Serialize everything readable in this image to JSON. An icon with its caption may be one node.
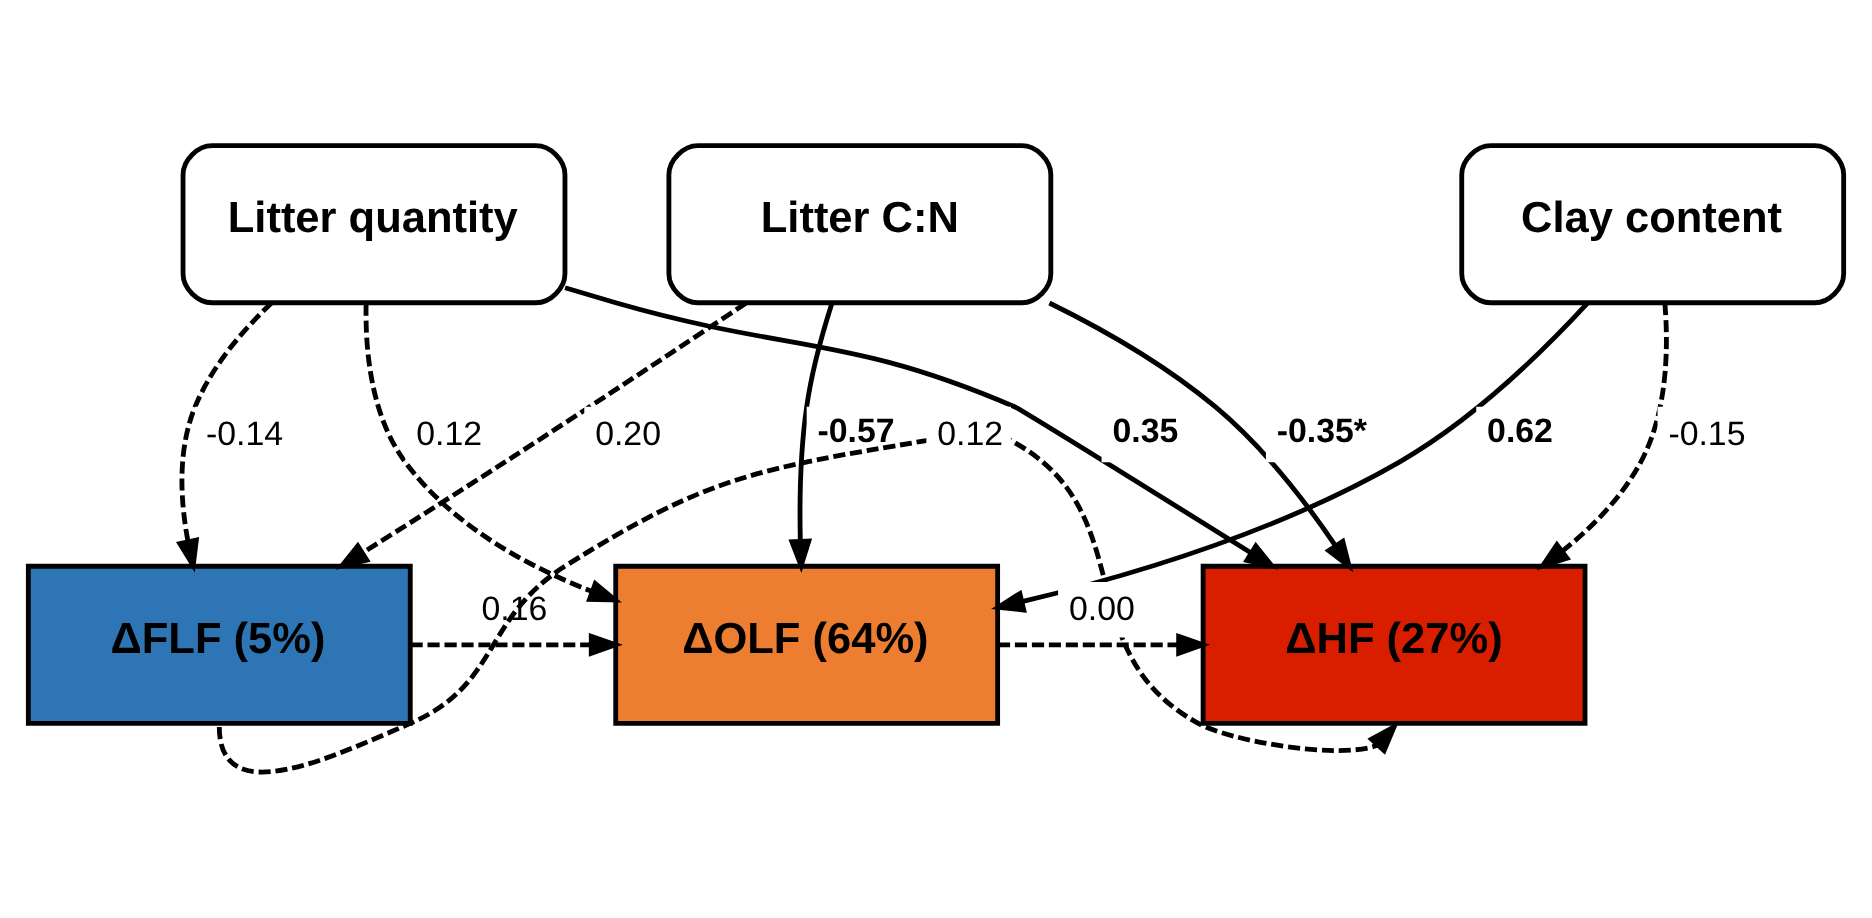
{
  "diagram": {
    "nodes": [
      {
        "text": [
          "Litter quantity"
        ]
      },
      {
        "text": [
          "Litter C:N"
        ]
      },
      {
        "text": [
          "Clay content"
        ]
      },
      {
        "text": [
          "ΔFLF (5%)"
        ]
      },
      {
        "text": [
          "ΔOLF (64%)"
        ]
      },
      {
        "text": [
          "ΔHF (27%)"
        ]
      }
    ],
    "edges": [
      {
        "from": 0,
        "to": 3,
        "arrow": "to",
        "style": "dashed",
        "label": "-0.14"
      },
      {
        "from": 1,
        "to": 3,
        "arrow": "to",
        "style": "dashed",
        "label": "0.20"
      },
      {
        "from": 0,
        "to": 4,
        "arrow": "to",
        "style": "dashed",
        "label": "0.12"
      },
      {
        "from": 1,
        "to": 4,
        "arrow": "to",
        "label": "-0.57"
      },
      {
        "from": 2,
        "to": 4,
        "arrow": "to",
        "label": "0.62"
      },
      {
        "from": 0,
        "to": 5,
        "arrow": "to",
        "label": "0.35"
      },
      {
        "from": 1,
        "to": 5,
        "arrow": "to",
        "label": "-0.35*"
      },
      {
        "from": 2,
        "to": 5,
        "arrow": "to",
        "style": "dashed",
        "label": "-0.15"
      },
      {
        "from": 3,
        "to": 4,
        "arrow": "to",
        "style": "dashed",
        "label": "0.16"
      },
      {
        "from": 4,
        "to": 5,
        "arrow": "to",
        "style": "dashed",
        "label": "0.00"
      },
      {
        "from": 3,
        "to": 5,
        "arrow": "to",
        "style": "dashed",
        "label": "0.12"
      }
    ]
  }
}
